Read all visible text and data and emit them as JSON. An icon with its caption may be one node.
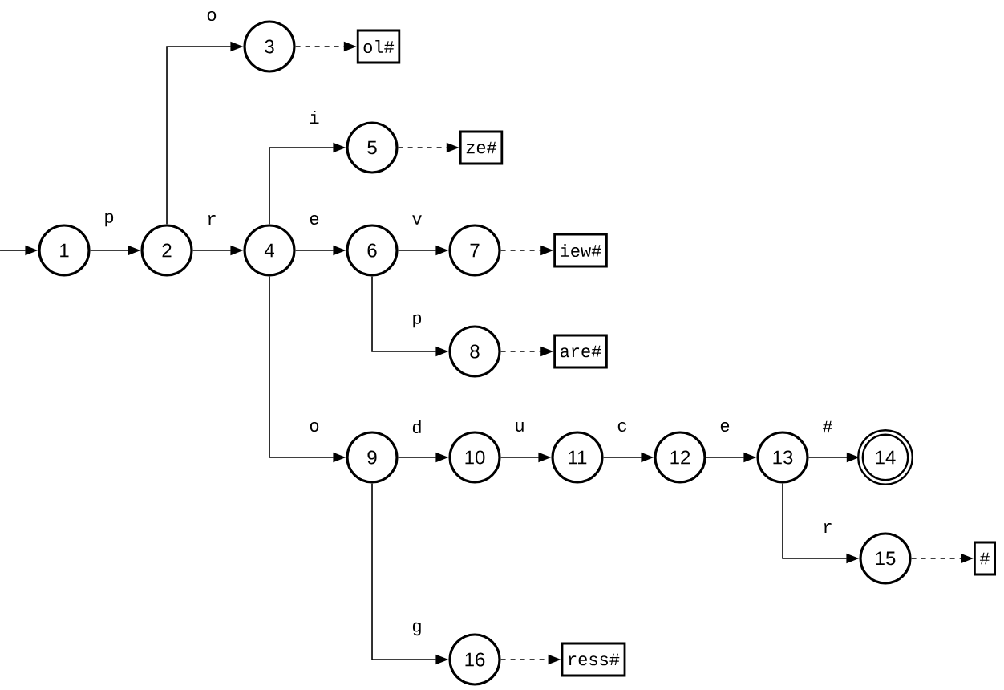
{
  "diagram": {
    "nodes": [
      {
        "text": [
          "1"
        ]
      },
      {
        "text": [
          "2"
        ]
      },
      {
        "text": [
          "3"
        ]
      },
      {
        "text": [
          "4"
        ]
      },
      {
        "text": [
          "5"
        ]
      },
      {
        "text": [
          "6"
        ]
      },
      {
        "text": [
          "7"
        ]
      },
      {
        "text": [
          "8"
        ]
      },
      {
        "text": [
          "9"
        ]
      },
      {
        "text": [
          "10"
        ]
      },
      {
        "text": [
          "11"
        ]
      },
      {
        "text": [
          "12"
        ]
      },
      {
        "text": [
          "13"
        ]
      },
      {
        "text": [
          "14"
        ]
      },
      {
        "text": [
          "15"
        ]
      },
      {
        "text": [
          "16"
        ]
      },
      {
        "text": [
          "ol#"
        ]
      },
      {
        "text": [
          "ze#"
        ]
      },
      {
        "text": [
          "iew#"
        ]
      },
      {
        "text": [
          "are#"
        ]
      },
      {
        "text": [
          "#"
        ]
      },
      {
        "text": [
          "ress#"
        ]
      }
    ],
    "edges": [
      {
        "from": null,
        "to": 0,
        "arrow": "to"
      },
      {
        "from": 0,
        "to": 1,
        "arrow": "to",
        "label": "p"
      },
      {
        "from": 1,
        "to": 2,
        "arrow": "to",
        "label": "o"
      },
      {
        "from": 1,
        "to": 3,
        "arrow": "to",
        "label": "r"
      },
      {
        "from": 3,
        "to": 4,
        "arrow": "to",
        "label": "i"
      },
      {
        "from": 3,
        "to": 5,
        "arrow": "to",
        "label": "e"
      },
      {
        "from": 3,
        "to": 8,
        "arrow": "to",
        "label": "o"
      },
      {
        "from": 5,
        "to": 6,
        "arrow": "to",
        "label": "v"
      },
      {
        "from": 5,
        "to": 7,
        "arrow": "to",
        "label": "p"
      },
      {
        "from": 8,
        "to": 9,
        "arrow": "to",
        "label": "d"
      },
      {
        "from": 8,
        "to": 15,
        "arrow": "to",
        "label": "g"
      },
      {
        "from": 9,
        "to": 10,
        "arrow": "to",
        "label": "u"
      },
      {
        "from": 10,
        "to": 11,
        "arrow": "to",
        "label": "c"
      },
      {
        "from": 11,
        "to": 12,
        "arrow": "to",
        "label": "e"
      },
      {
        "from": 12,
        "to": 13,
        "arrow": "to",
        "label": "#"
      },
      {
        "from": 12,
        "to": 14,
        "arrow": "to",
        "label": "r"
      },
      {
        "from": 2,
        "to": 16,
        "arrow": "to",
        "style": "dashed"
      },
      {
        "from": 4,
        "to": 17,
        "arrow": "to",
        "style": "dashed"
      },
      {
        "from": 6,
        "to": 18,
        "arrow": "to",
        "style": "dashed"
      },
      {
        "from": 7,
        "to": 19,
        "arrow": "to",
        "style": "dashed"
      },
      {
        "from": 14,
        "to": 20,
        "arrow": "to",
        "style": "dashed"
      },
      {
        "from": 15,
        "to": 21,
        "arrow": "to",
        "style": "dashed"
      }
    ]
  }
}
